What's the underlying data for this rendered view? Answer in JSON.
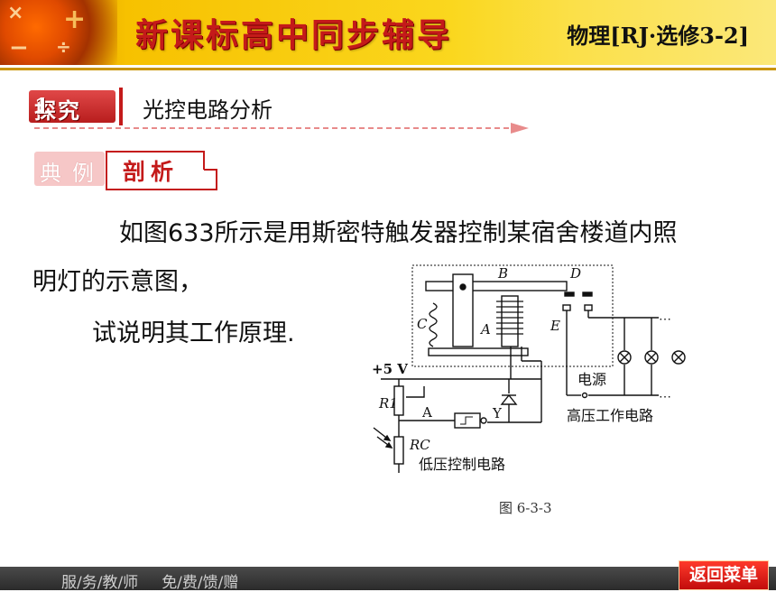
{
  "header": {
    "title": "新课标高中同步辅导",
    "subject": "物理[RJ·选修3-2]"
  },
  "section": {
    "badge": "探究",
    "number": "1",
    "title": "光控电路分析"
  },
  "example": {
    "badge_left": "典例",
    "badge_right": "剖析"
  },
  "body": {
    "line1": "如图633所示是用斯密特触发器控制某宿舍楼道内照",
    "line2": "明灯的示意图，",
    "line3": "试说明其工作原理."
  },
  "figure": {
    "labels": {
      "B": "B",
      "D": "D",
      "C": "C",
      "A": "A",
      "E": "E",
      "plus5v": "+5 V",
      "R1": "R1",
      "gateA": "A",
      "Y": "Y",
      "Rc": "RC",
      "power": "电源",
      "high_voltage": "高压工作电路",
      "low_voltage": "低压控制电路",
      "dots": "⋯"
    },
    "caption": "图 6-3-3"
  },
  "footer": {
    "links": [
      "服/务/教/师",
      "免/费/馈/赠"
    ],
    "back_button": "返回菜单"
  },
  "colors": {
    "header_red": "#c41a1a",
    "header_yellow": "#fad71e",
    "footer_gray": "#2b2b2b",
    "button_red": "#c20c0c"
  }
}
